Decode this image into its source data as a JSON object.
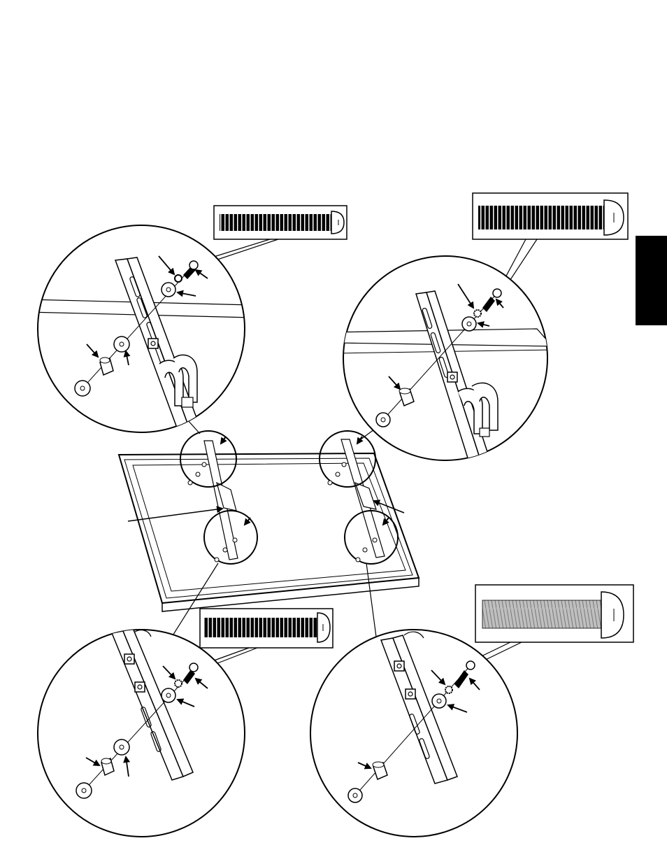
{
  "page": {
    "background": "#ffffff",
    "ink": "#000000",
    "side_tab_color": "#000000"
  },
  "callouts": [
    {
      "name": "callout-upper-left",
      "fastener": "thread-bolt-black",
      "parts": [
        "bolt",
        "lock-washer",
        "washer",
        "spacer",
        "washer",
        "flat-washer"
      ]
    },
    {
      "name": "callout-upper-right",
      "fastener": "thread-bolt-black-long",
      "parts": [
        "bolt",
        "lock-washer",
        "washer",
        "spacer",
        "flat-washer"
      ]
    },
    {
      "name": "callout-lower-left",
      "fastener": "thread-bolt-black",
      "parts": [
        "bolt",
        "lock-washer",
        "washer",
        "spacer",
        "washer",
        "flat-washer"
      ]
    },
    {
      "name": "callout-lower-right",
      "fastener": "thread-bolt-grey",
      "parts": [
        "bolt",
        "lock-washer",
        "washer",
        "spacer",
        "flat-washer"
      ]
    }
  ],
  "icons": [
    "bolt-icon",
    "washer-icon",
    "spacer-icon",
    "lock-washer-icon",
    "arrow-icon",
    "bracket-icon",
    "tv-panel-icon"
  ]
}
